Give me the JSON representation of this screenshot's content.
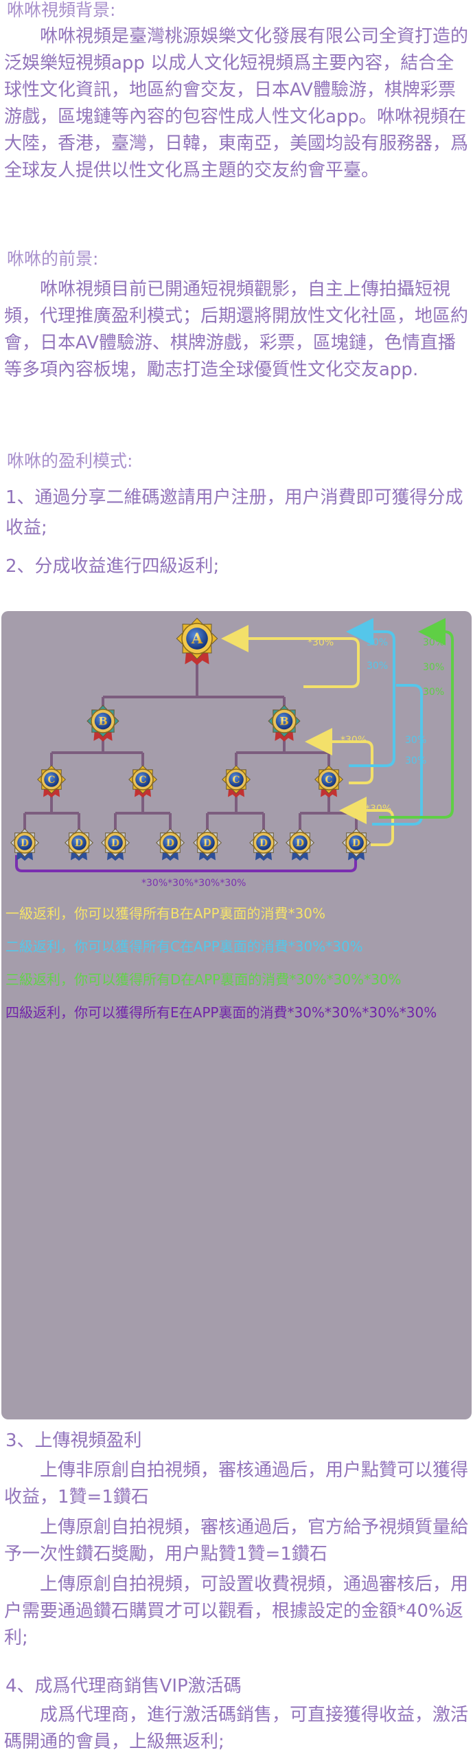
{
  "background": {
    "heading": "咻咻視頻背景:",
    "paragraph": "咻咻視頻是臺灣桃源娛樂文化發展有限公司全資打造的泛娛樂短視頻app 以成人文化短視頻爲主要內容，結合全球性文化資訊，地區約會交友，日本AV體驗游，棋牌彩票游戲，區塊鏈等內容的包容性成人性文化app。咻咻視頻在大陸，香港，臺灣，日韓，東南亞，美國均設有服務器，爲全球友人提供以性文化爲主題的交友約會平臺。"
  },
  "prospect": {
    "heading": "咻咻的前景:",
    "paragraph": "咻咻視頻目前已開通短視頻觀影，自主上傳拍攝短視頻，代理推廣盈利模式；后期還將開放性文化社區，地區約會，日本AV體驗游、棋牌游戲，彩票，區塊鏈，色情直播等多項內容板塊，勵志打造全球優質性文化交友app."
  },
  "profit": {
    "heading": "咻咻的盈利模式:",
    "item1": "1、通過分享二維碼邀請用户注册，用户消費即可獲得分成收益;",
    "item2": "2、分成收益進行四級返利;"
  },
  "diagram": {
    "nodes": {
      "a": "A",
      "b": "B",
      "c": "C",
      "d": "D"
    },
    "labels": {
      "yellow_top": "*30%",
      "yellow_mid": "*30%",
      "yellow_low": "*30%",
      "blue_1": "30%",
      "blue_2": "30%",
      "blue_3": "30%",
      "blue_4": "30%",
      "green_1": "30%",
      "green_2": "30%",
      "green_3": "30%",
      "bottom": "*30%*30%*30%*30%"
    },
    "levels": [
      {
        "text": "一級返利，你可以獲得所有B在APP裏面的消費*30%",
        "color": "#f7e56a"
      },
      {
        "text": "二級返利，你可以獲得所有C在APP裏面的消費*30%*30%",
        "color": "#54c8ea"
      },
      {
        "text": "三級返利，你可以獲得所有D在APP裏面的消費*30%*30%*30%",
        "color": "#63d24a"
      },
      {
        "text": "四級返利，你可以獲得所有E在APP裏面的消費*30%*30%*30%*30%",
        "color": "#7024a8"
      }
    ],
    "colors": {
      "yellow": "#f3e06a",
      "blue": "#55c6ea",
      "green": "#5fcf45",
      "purple": "#7a2fb0",
      "tree": "#7c5d7e"
    }
  },
  "upload": {
    "heading": "3、上傳視頻盈利",
    "line1": "上傳非原創自拍視頻，審核通過后，用户點贊可以獲得收益，1贊=1鑽石",
    "line2": "上傳原創自拍視頻，審核通過后，官方給予視頻質量給予一次性鑽石獎勵，用户點贊1贊=1鑽石",
    "line3": "上傳原創自拍視頻，可設置收費視頻，通過審核后，用户需要通過鑽石購買才可以觀看，根據設定的金額*40%返利;"
  },
  "agent": {
    "heading": "4、成爲代理商銷售VIP激活碼",
    "line1": "成爲代理商，進行激活碼銷售，可直接獲得收益，激活碼開通的會員，上級無返利;"
  }
}
